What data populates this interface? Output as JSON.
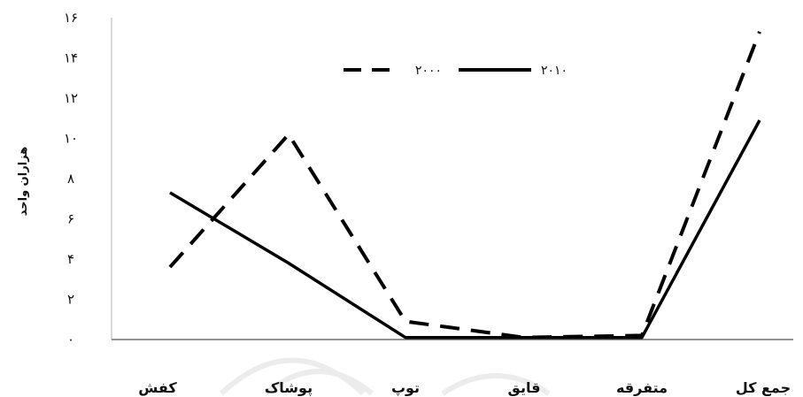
{
  "chart_data": {
    "type": "line",
    "ylabel": "ﻫﺰﺍﺭﺍﻥ ﻭﺍﺣﺪ",
    "y_tick_labels": [
      "٠",
      "٢",
      "۴",
      "۶",
      "٨",
      "١٠",
      "١٢",
      "١۴",
      "١۶"
    ],
    "ylim": [
      0,
      16
    ],
    "grid": false,
    "legend_position": "top-center",
    "categories": [
      "ﮐﻔﺶ",
      "ﭘﻮﺷﺎﮎ",
      "ﺗﻮﭖ",
      "ﻗﺎﯾﻖ",
      "ﻣﺘﻔﺮﻗﻪ",
      "ﺟﻤﻊ ﮐﻞ"
    ],
    "series": [
      {
        "name": "٢٠٠٠",
        "style": "dashed",
        "color": "#000000",
        "values": [
          3.6,
          10.2,
          0.9,
          0.1,
          0.2,
          15.3
        ]
      },
      {
        "name": "٢٠١٠",
        "style": "solid",
        "color": "#000000",
        "values": [
          7.3,
          3.8,
          0.1,
          0.1,
          0.1,
          10.9
        ]
      }
    ]
  }
}
